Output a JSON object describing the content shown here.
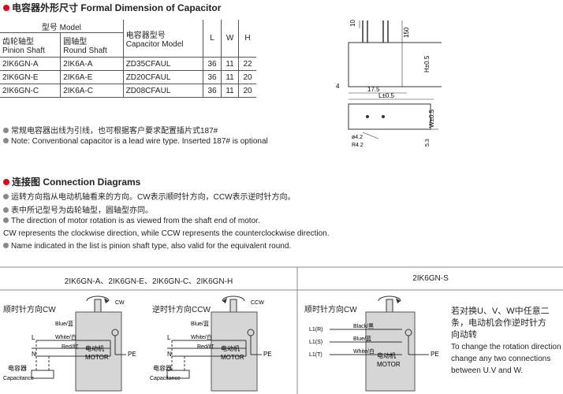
{
  "dimension": {
    "title": "电容器外形尺寸 Formal Dimension of Capacitor",
    "header": {
      "model_group": "型号 Model",
      "pinion_shaft_cn": "齿轮轴型",
      "pinion_shaft_en": "Pinion Shaft",
      "round_shaft_cn": "圆轴型",
      "round_shaft_en": "Round Shaft",
      "capacitor_model_cn": "电容器型号",
      "capacitor_model_en": "Capacitor Model",
      "L": "L",
      "W": "W",
      "H": "H"
    },
    "rows": [
      {
        "pinion": "2IK6GN-A",
        "round": "2IK6A-A",
        "cap": "ZD35CFAUL",
        "L": "36",
        "W": "11",
        "H": "22"
      },
      {
        "pinion": "2IK6GN-E",
        "round": "2IK6A-E",
        "cap": "ZD20CFAUL",
        "L": "36",
        "W": "11",
        "H": "20"
      },
      {
        "pinion": "2IK6GN-C",
        "round": "2IK6A-C",
        "cap": "ZD08CFAUL",
        "L": "36",
        "W": "11",
        "H": "20"
      }
    ],
    "notes": [
      "常规电容器出线为引线，也可根据客户要求配置插片式187#",
      "Note: Conventional capacitor is a lead wire type. Inserted 187#  is optional"
    ],
    "drawing_labels": {
      "d10": "10",
      "d150": "150",
      "h": "H±0.5",
      "d17_5": "17.5",
      "d4": "4",
      "l": "L±0.5",
      "w": "W±0.5",
      "d5_3": "5.3",
      "d4_2": "ø4.2",
      "r4_2": "R4.2"
    }
  },
  "connection": {
    "title": "连接图 Connection Diagrams",
    "bullets": [
      "运转方向指从电动机轴看来的方向。CW表示顺时针方向，CCW表示逆时针方向。",
      "表中所记型号为齿轮轴型，圆轴型亦同。",
      "The direction of motor rotation is as viewed from the shaft end of motor.",
      "CW represents the clockwise direction, while CCW represents the counterclockwise direction.",
      "Name indicated in the list is pinion shaft type, also valid for the equivalent round."
    ],
    "panel_left_header": "2IK6GN-A、2IK6GN-E、2IK6GN-C、2IK6GN-H",
    "panel_right_header": "2IK6GN-S",
    "cw_title": "顺时针方向CW",
    "ccw_title": "逆时针方向CCW",
    "cw_right_title": "顺时针方向CW",
    "labels": {
      "cw": "CW",
      "ccw": "CCW",
      "blue": "Blue/蓝",
      "white": "White/白",
      "red": "Red/红",
      "black": "Black/黑",
      "L": "L",
      "N": "N",
      "PE": "PE",
      "motor_cn": "电动机",
      "motor_en": "MOTOR",
      "cap_cn": "电容器",
      "cap_en": "Capacitance",
      "L1R": "L1(R)",
      "L1S": "L1(S)",
      "L1T": "L1(T)"
    },
    "switch_text_cn": [
      "若对换U、V、W中任意二",
      "条，电动机会作逆时针方",
      "向动转"
    ],
    "switch_text_en": [
      "To change the rotation direction",
      "change any two connections",
      "between U.V and W."
    ]
  }
}
